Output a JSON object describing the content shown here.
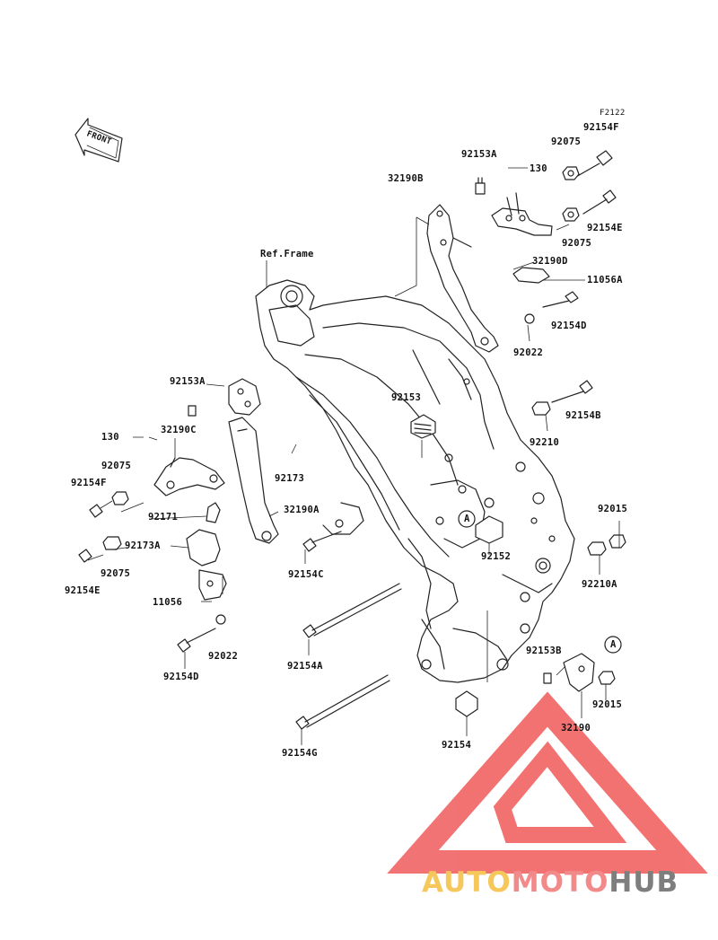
{
  "diagram": {
    "code": "F2122",
    "front_label": "FRONT",
    "ref_label": "Ref.Frame",
    "parts": {
      "p130_top": "130",
      "p130_left": "130",
      "p92153A_top": "92153A",
      "p92153A_left": "92153A",
      "p32190B": "32190B",
      "p92075_top": "92075",
      "p92154F_top": "92154F",
      "p92154E_top": "92154E",
      "p92075_mid": "92075",
      "p32190D": "32190D",
      "p11056A": "11056A",
      "p92154D_top": "92154D",
      "p92022_top": "92022",
      "p92154B": "92154B",
      "p92210": "92210",
      "p92153": "92153",
      "p32190C": "32190C",
      "p92173": "92173",
      "p92075_left": "92075",
      "p92154F_left": "92154F",
      "p92171": "92171",
      "p32190A": "32190A",
      "p92173A": "92173A",
      "p92075_left2": "92075",
      "p92154E_left": "92154E",
      "p92154C": "92154C",
      "p11056": "11056",
      "p92154D_left": "92154D",
      "p92022_left": "92022",
      "p92154A": "92154A",
      "p92152": "92152",
      "p92015_top": "92015",
      "p92210A": "92210A",
      "p92153B": "92153B",
      "p92015_bottom": "92015",
      "p32190": "32190",
      "p92154": "92154",
      "p92154G": "92154G",
      "marker_A1": "A",
      "marker_A2": "A"
    }
  },
  "watermark": {
    "part1": "AUTO",
    "part2": "MOTO",
    "part3": "HUB",
    "colors": {
      "yellow": "#f6c75a",
      "red": "#f28a8a",
      "gray": "#7e7e7e",
      "triangle": "#f05a5a"
    }
  }
}
